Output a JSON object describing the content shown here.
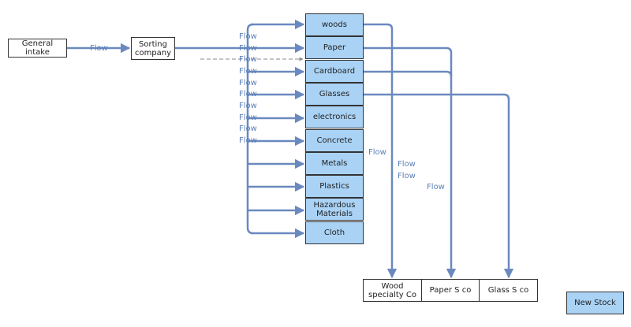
{
  "nodes": {
    "general_intake": "General intake",
    "sorting_company": "Sorting company",
    "new_stock": "New Stock"
  },
  "categories": [
    "woods",
    "Paper",
    "Cardboard",
    "Glasses",
    "electronics",
    "Concrete",
    "Metals",
    "Plastics",
    "Hazardous Materials",
    "Cloth"
  ],
  "destinations": [
    "Wood specialty Co",
    "Paper S co",
    "Glass S co"
  ],
  "flow_label": "Flow",
  "colors": {
    "arrow": "#6a89bf",
    "box_fill": "#a9d2f5",
    "border": "#333333",
    "label": "#5b7fb8"
  }
}
